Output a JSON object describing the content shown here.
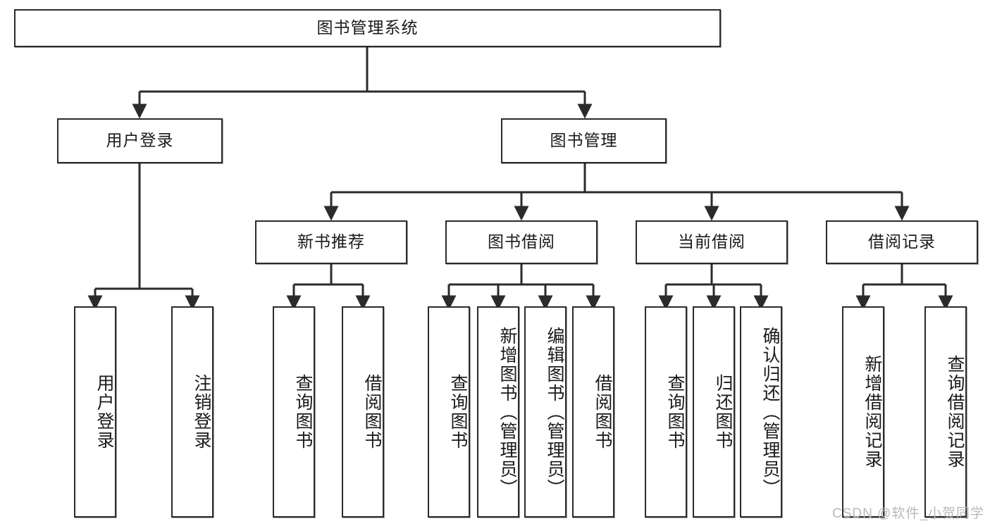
{
  "diagram": {
    "type": "tree-hierarchy",
    "title_node": "图书管理系统",
    "watermark": "CSDN @软件_小贺同学",
    "colors": {
      "box_border": "#2b2b2b",
      "box_fill": "#ffffff",
      "connector": "#2b2b2b",
      "text": "#1a1a1a",
      "watermark": "#b9b9b9"
    },
    "levels": {
      "root": {
        "label": "图书管理系统"
      },
      "level2": [
        {
          "label": "用户登录"
        },
        {
          "label": "图书管理"
        }
      ],
      "level3": [
        {
          "label": "新书推荐"
        },
        {
          "label": "图书借阅"
        },
        {
          "label": "当前借阅"
        },
        {
          "label": "借阅记录"
        }
      ],
      "leaves": {
        "user_login": [
          {
            "label": "用户登录"
          },
          {
            "label": "注销登录"
          }
        ],
        "new_book": [
          {
            "label": "查询图书"
          },
          {
            "label": "借阅图书"
          }
        ],
        "book_borrow": [
          {
            "label": "查询图书"
          },
          {
            "label": "新增图书（管理员）"
          },
          {
            "label": "编辑图书（管理员）"
          },
          {
            "label": "借阅图书"
          }
        ],
        "current_borrow": [
          {
            "label": "查询图书"
          },
          {
            "label": "归还图书"
          },
          {
            "label": "确认归还（管理员）"
          }
        ],
        "borrow_record": [
          {
            "label": "新增借阅记录"
          },
          {
            "label": "查询借阅记录"
          }
        ]
      }
    }
  }
}
